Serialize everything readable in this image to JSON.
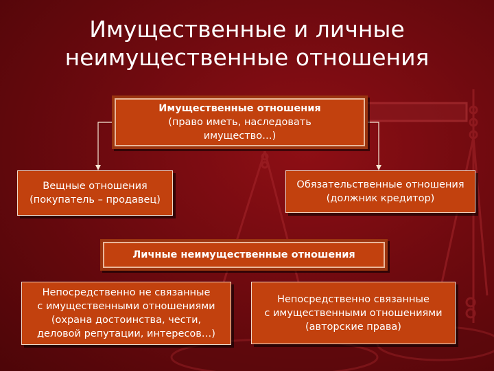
{
  "title": "Имущественные и личные\nнеимущественные отношения",
  "property_box": {
    "heading": "Имущественные отношения",
    "line1": "(право иметь, наследовать",
    "line2": "имущество…)"
  },
  "real_box": {
    "line1": "Вещные отношения",
    "line2": "(покупатель – продавец)"
  },
  "obligation_box": {
    "line1": "Обязательственные отношения",
    "line2": "(должник кредитор)"
  },
  "personal_box": {
    "heading": "Личные неимущественные отношения"
  },
  "not_linked_box": {
    "line1": "Непосредственно не связанные",
    "line2": "с имущественными отношениями",
    "line3": "(охрана достоинства, чести,",
    "line4": "деловой репутации, интересов…)"
  },
  "linked_box": {
    "line1": "Непосредственно связанные",
    "line2": "с имущественными отношениями",
    "line3": "(авторские права)"
  },
  "colors": {
    "background": "#6f0a0f",
    "box_fill": "#c2410e",
    "text": "#ffffff"
  },
  "icons": [
    "scales-of-justice-icon"
  ]
}
